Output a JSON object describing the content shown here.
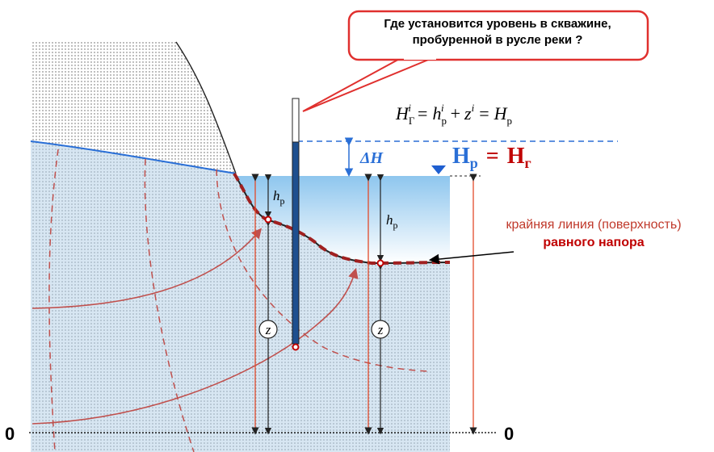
{
  "callout": {
    "line1": "Где установится уровень в скважине,",
    "line2": "пробуренной в русле реки ?"
  },
  "formula": {
    "H": "H",
    "sub_G": "Г",
    "sup_i": "i",
    "eq1": "=",
    "h": "h",
    "sub_p": "р",
    "plus": "+",
    "z": "z",
    "eq2": "=",
    "Hp_base": "H",
    "Hp_sub": "р"
  },
  "labels": {
    "delta_H": "ΔH",
    "Hp_main": "H",
    "Hp_main_sub": "р",
    "equals": "=",
    "Hg_main": "H",
    "Hg_main_sub": "г",
    "hp_left": "h",
    "hp_left_sub": "р",
    "hp_right": "h",
    "hp_right_sub": "р",
    "z_left": "z",
    "z_right": "z",
    "zero_left": "0",
    "zero_right": "0",
    "note_line1": "крайняя линия (поверхность)",
    "note_line2": "равного напора"
  },
  "colors": {
    "aquifer": "#d7e6f2",
    "river_top": "#ffffff",
    "river_bottom": "#8ec6ee",
    "boundary_red": "#a02020",
    "flow_line": "#c0504d",
    "water_table": "#2a6fd6",
    "well": "#1e4f8f",
    "callout_border": "#e0302e",
    "accent_blue": "#2a6fd6",
    "accent_red": "#c00000"
  }
}
